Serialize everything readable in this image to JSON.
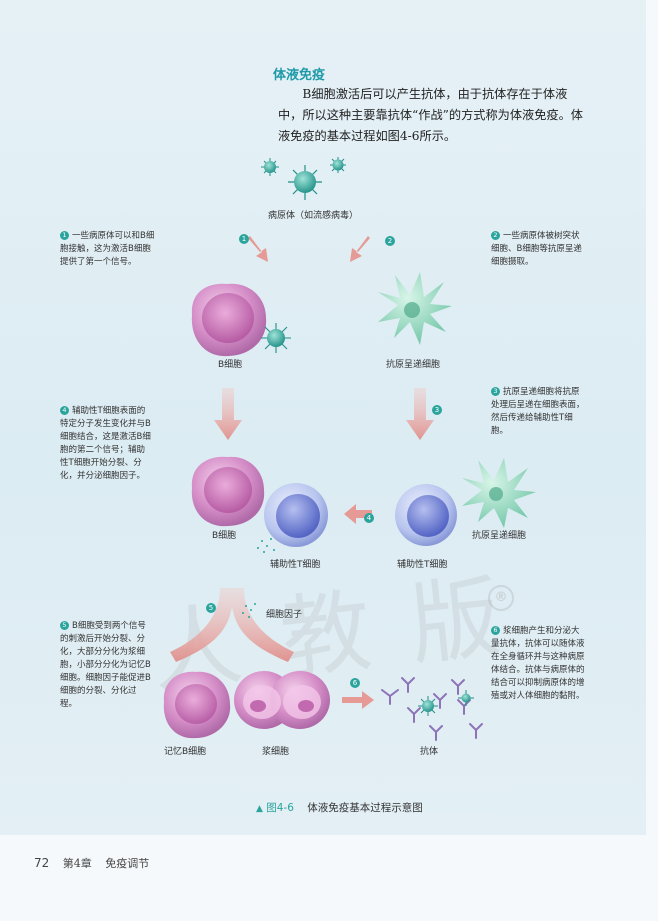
{
  "section": {
    "title": "体液免疫",
    "intro": "B细胞激活后可以产生抗体，由于抗体存在于体液中，所以这种主要靠抗体“作战”的方式称为体液免疫。体液免疫的基本过程如图4-6所示。"
  },
  "diagram": {
    "pathogen_label": "病原体（如流感病毒）",
    "b_cell_label_1": "B细胞",
    "apc_label_1": "抗原呈递细胞",
    "b_cell_label_2": "B细胞",
    "helper_t_label_1": "辅助性T细胞",
    "helper_t_label_2": "辅助性T细胞",
    "apc_label_2": "抗原呈递细胞",
    "cytokine_label": "细胞因子",
    "memory_b_label": "记忆B细胞",
    "plasma_label": "浆细胞",
    "antibody_label": "抗体",
    "step_numbers": [
      "1",
      "2",
      "3",
      "4",
      "5",
      "6"
    ]
  },
  "notes": {
    "n1": "一些病原体可以和B细胞接触，这为激活B细胞提供了第一个信号。",
    "n2": "一些病原体被树突状细胞、B细胞等抗原呈递细胞摄取。",
    "n3": "抗原呈递细胞将抗原处理后呈递在细胞表面，然后传递给辅助性T细胞。",
    "n4": "辅助性T细胞表面的特定分子发生变化并与B细胞结合，这是激活B细胞的第二个信号；辅助性T细胞开始分裂、分化，并分泌细胞因子。",
    "n5": "B细胞受到两个信号的刺激后开始分裂、分化，大部分分化为浆细胞，小部分分化为记忆B细胞。细胞因子能促进B细胞的分裂、分化过程。",
    "n6": "浆细胞产生和分泌大量抗体，抗体可以随体液在全身循环并与这种病原体结合。抗体与病原体的结合可以抑制病原体的增殖或对人体细胞的黏附。"
  },
  "caption": {
    "marker": "▲",
    "figure": "图4-6",
    "text": "体液免疫基本过程示意图"
  },
  "footer": {
    "page": "72",
    "chapter": "第4章",
    "chapter_title": "免疫调节"
  },
  "watermark": {
    "text": "人教版",
    "reg": "®"
  },
  "colors": {
    "accent": "#2aa49c",
    "b_cell": "#c77fbc",
    "t_cell": "#6d7fcf",
    "apc": "#7fcfb5",
    "arrow": "#e6a6a4"
  }
}
